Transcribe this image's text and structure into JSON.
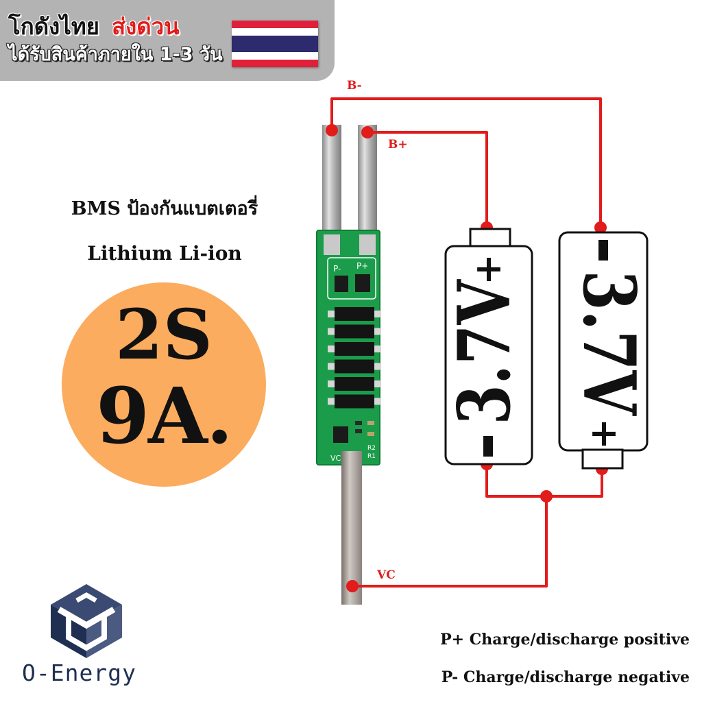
{
  "banner": {
    "line1_black": "โกดังไทย",
    "line1_red": "ส่งด่วน",
    "line2": "ได้รับสินค้าภายใน 1-3 วัน",
    "flag_colors": [
      "#e0203a",
      "#ffffff",
      "#2d2a6e",
      "#ffffff",
      "#e0203a"
    ]
  },
  "product": {
    "title_line1": "BMS ป้องกันแบตเตอรี่",
    "title_line2": "Lithium Li-ion",
    "spec_line1": "2S",
    "spec_line2": "9A.",
    "circle_color": "#fbac5e"
  },
  "wiring": {
    "label_bminus": "B-",
    "label_bplus": "B+",
    "label_vc": "VC",
    "wire_color": "#e21b1b"
  },
  "pcb": {
    "label_p_minus": "P-",
    "label_p_plus": "P+",
    "label_vc": "VC",
    "label_r1": "R1",
    "label_r2": "R2",
    "board_color": "#1b9c4a"
  },
  "batteries": [
    {
      "voltage": "3.7V",
      "top_sign": "+",
      "bottom_sign": "-"
    },
    {
      "voltage": "3.7V",
      "top_sign": "-",
      "bottom_sign": "+"
    }
  ],
  "brand": {
    "name": "O-Energy",
    "logo_icon": "cube-logo-icon",
    "color": "#1f2f52"
  },
  "notes": [
    "P+ Charge/discharge positive",
    "P- Charge/discharge negative"
  ]
}
